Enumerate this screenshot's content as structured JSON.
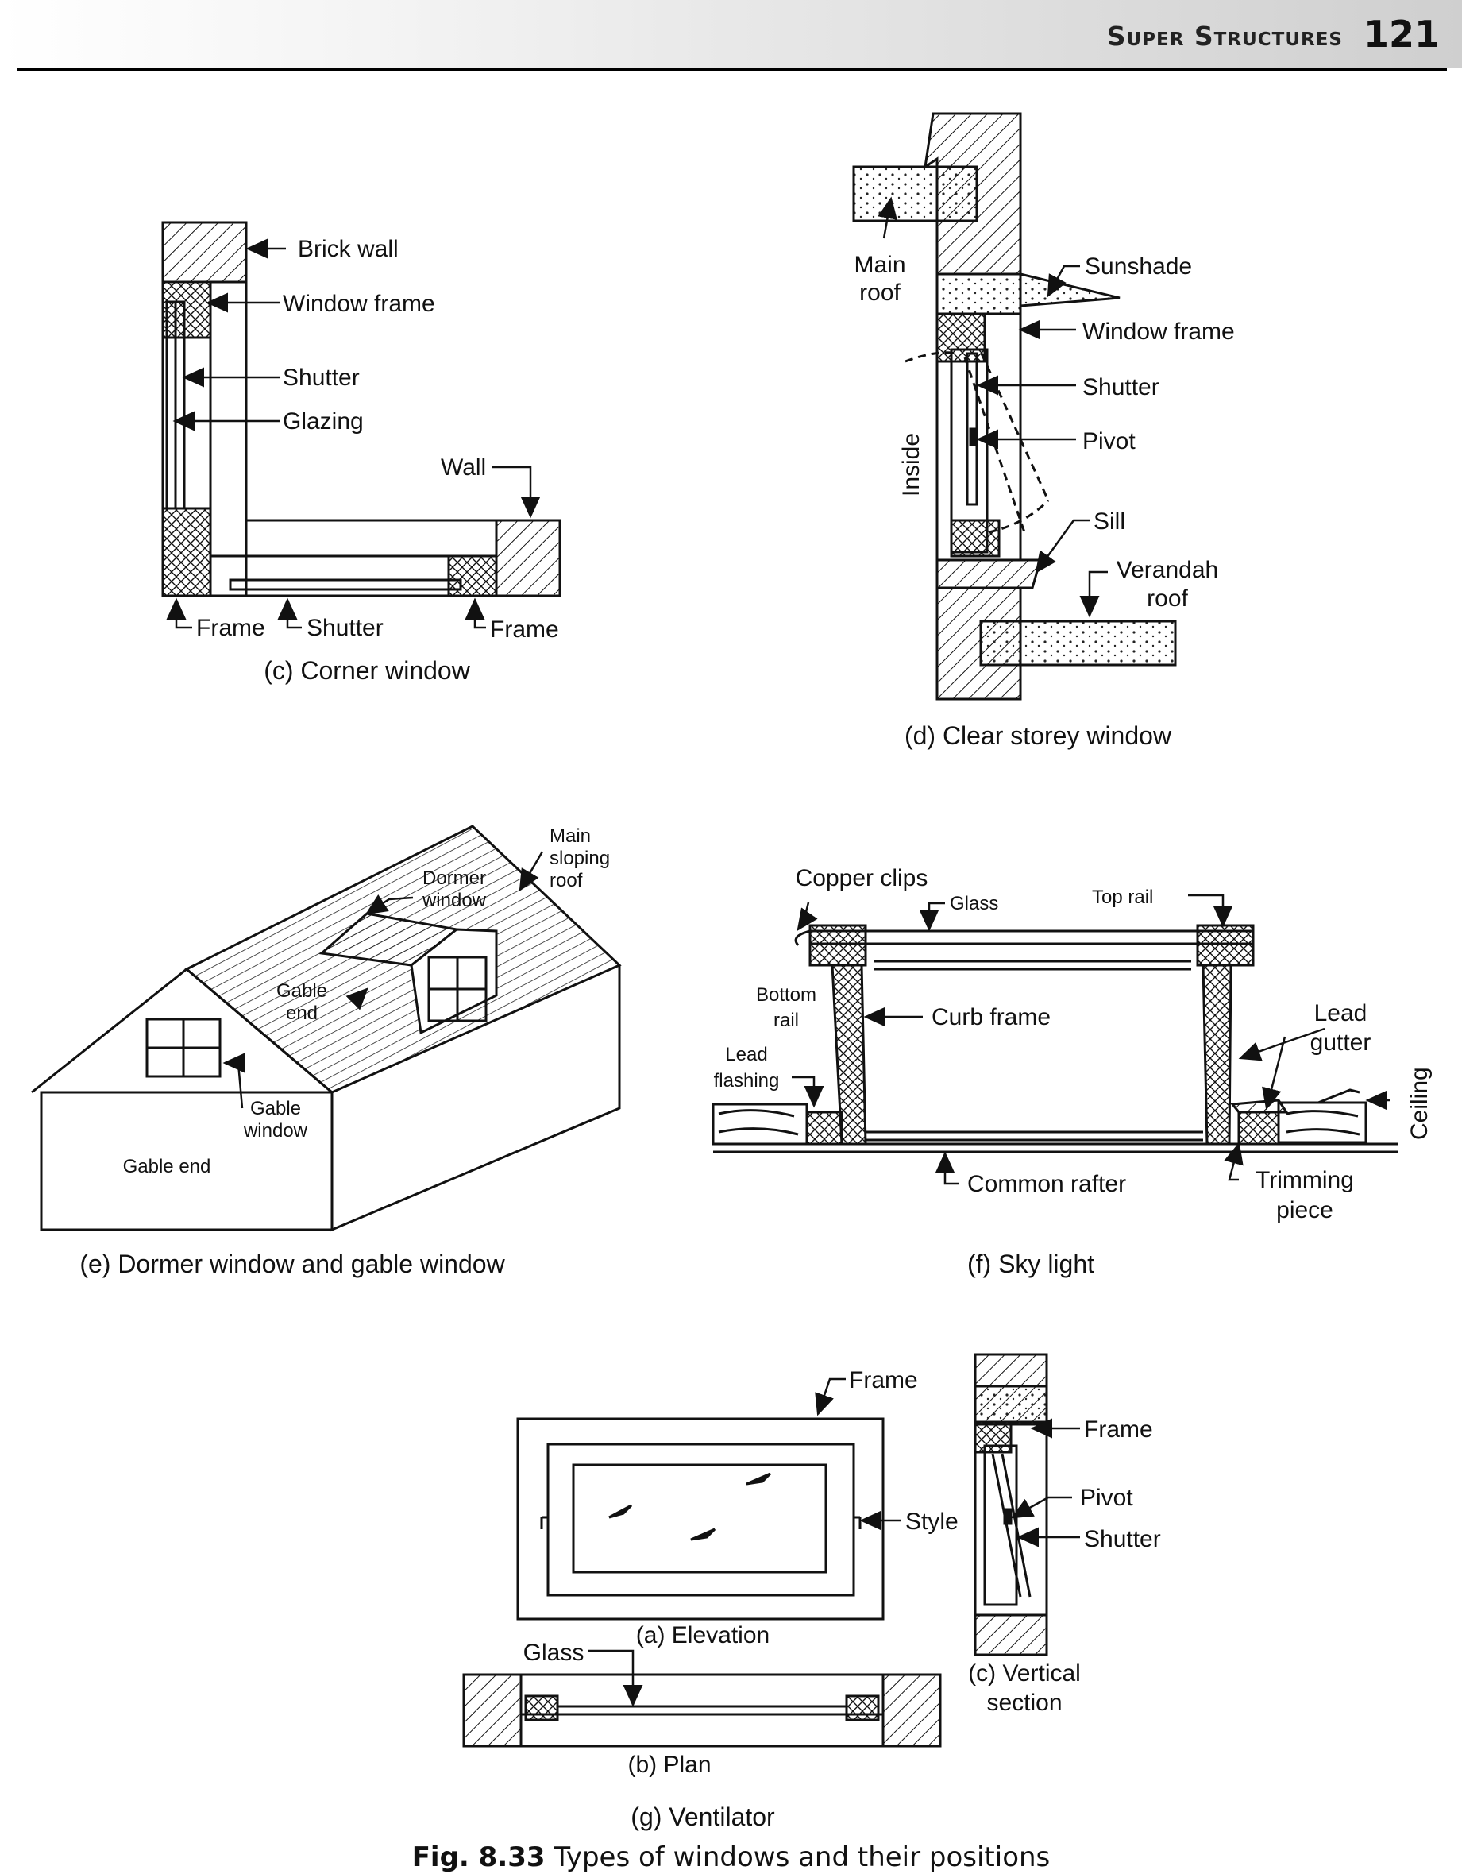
{
  "header": {
    "running_title": "Super Structures",
    "page_number": "121"
  },
  "figures": {
    "corner_window": {
      "caption": "(c) Corner window",
      "labels": {
        "brick_wall": "Brick wall",
        "window_frame": "Window frame",
        "shutter": "Shutter",
        "glazing": "Glazing",
        "wall": "Wall",
        "frame_left": "Frame",
        "shutter_bottom": "Shutter",
        "frame_right": "Frame"
      }
    },
    "clear_storey_window": {
      "caption": "(d) Clear storey window",
      "labels": {
        "main_roof_1": "Main",
        "main_roof_2": "roof",
        "sunshade": "Sunshade",
        "window_frame": "Window frame",
        "shutter": "Shutter",
        "pivot": "Pivot",
        "inside": "Inside",
        "sill": "Sill",
        "verandah_1": "Verandah",
        "verandah_2": "roof"
      }
    },
    "dormer_window": {
      "caption": "(e) Dormer window and gable window",
      "labels": {
        "main_sloping_1": "Main",
        "main_sloping_2": "sloping",
        "main_sloping_3": "roof",
        "dormer_1": "Dormer",
        "dormer_2": "window",
        "gable_end_roof_1": "Gable",
        "gable_end_roof_2": "end",
        "gable_window_1": "Gable",
        "gable_window_2": "window",
        "gable_end": "Gable end"
      }
    },
    "sky_light": {
      "caption": "(f) Sky light",
      "labels": {
        "copper_clips": "Copper clips",
        "glass": "Glass",
        "top_rail": "Top rail",
        "bottom_rail_1": "Bottom",
        "bottom_rail_2": "rail",
        "curb_frame": "Curb frame",
        "lead_gutter_1": "Lead",
        "lead_gutter_2": "gutter",
        "lead_flashing_1": "Lead",
        "lead_flashing_2": "flashing",
        "ceiling": "Ceiling",
        "common_rafter": "Common rafter",
        "trimming_1": "Trimming",
        "trimming_2": "piece"
      }
    },
    "ventilator": {
      "caption": "(g) Ventilator",
      "labels": {
        "frame": "Frame",
        "style": "Style",
        "elevation": "(a) Elevation",
        "glass": "Glass",
        "plan": "(b) Plan",
        "frame_vs": "Frame",
        "pivot": "Pivot",
        "shutter": "Shutter",
        "vertical_1": "(c) Vertical",
        "vertical_2": "section"
      }
    }
  },
  "figure_caption": {
    "number": "Fig. 8.33",
    "text": "Types of windows and their positions"
  }
}
